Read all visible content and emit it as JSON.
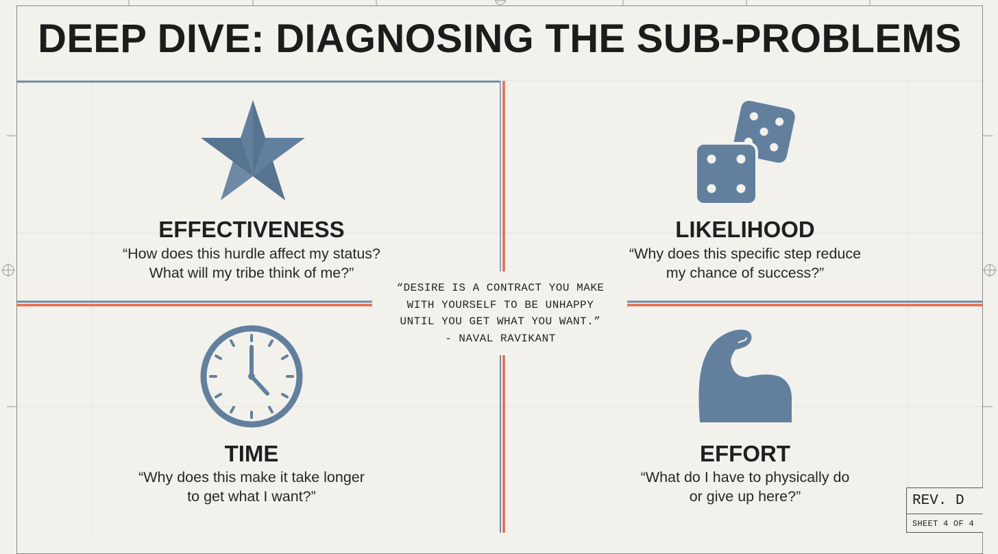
{
  "title": "DEEP DIVE: DIAGNOSING THE SUB-PROBLEMS",
  "colors": {
    "icon": "#62809e",
    "accent_orange": "#e56a4c",
    "accent_blue": "#6e8aa6",
    "background": "#f2f1ec"
  },
  "quadrants": [
    {
      "label": "EFFECTIVENESS",
      "quote_line1": "“How does this hurdle affect my status?",
      "quote_line2": "What will my tribe think of me?”",
      "icon": "star-icon"
    },
    {
      "label": "LIKELIHOOD",
      "quote_line1": "“Why does this specific step reduce",
      "quote_line2": "my chance of success?”",
      "icon": "dice-icon"
    },
    {
      "label": "TIME",
      "quote_line1": "“Why does this make it take longer",
      "quote_line2": "to get what I want?”",
      "icon": "clock-icon"
    },
    {
      "label": "EFFORT",
      "quote_line1": "“What do I have to physically do",
      "quote_line2": "or give up here?”",
      "icon": "flexed-arm-icon"
    }
  ],
  "center_quote": {
    "line1": "“DESIRE IS A CONTRACT YOU MAKE",
    "line2": "WITH YOURSELF TO BE UNHAPPY",
    "line3": "UNTIL YOU GET WHAT YOU WANT.”",
    "attribution": "- NAVAL RAVIKANT"
  },
  "title_block": {
    "revision": "REV. D",
    "sheet": "SHEET 4 OF 4"
  }
}
